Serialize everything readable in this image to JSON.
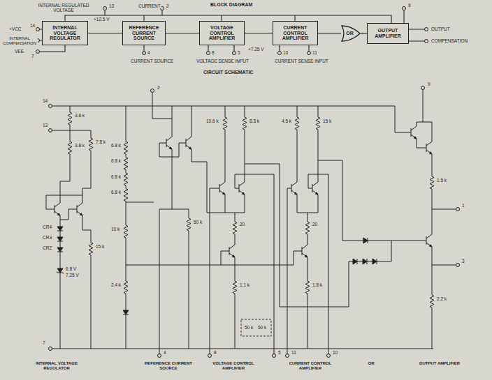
{
  "diagram": {
    "nodes": [
      {
        "text": [
          "INTERNAL VOLTAGE REGULATOR"
        ]
      },
      {
        "text": [
          "REFERENCE CURRENT SOURCE"
        ]
      },
      {
        "text": [
          "VOLTAGE CONTROL AMPLIFIER"
        ]
      },
      {
        "text": [
          "CURRENT CONTROL AMPLIFIER"
        ]
      },
      {
        "text": [
          "OR"
        ]
      },
      {
        "text": [
          "OUTPUT AMPLIFIER"
        ]
      }
    ],
    "edges": [
      {
        "from": 0,
        "to": 1,
        "arrow": "none"
      },
      {
        "from": 1,
        "to": 2,
        "arrow": "none"
      },
      {
        "from": 2,
        "to": 3,
        "arrow": "none"
      },
      {
        "from": 3,
        "to": 4,
        "arrow": "none"
      },
      {
        "from": 4,
        "to": 5,
        "arrow": "none"
      }
    ],
    "labels": [
      "BLOCK DIAGRAM",
      "INTERNAL REGULATED VOLTAGE",
      "13",
      "+12.5 V",
      "CURRENT",
      "2",
      "+VCC",
      "14",
      "INTERNAL COMPENSATION",
      "VEE",
      "7",
      "4",
      "CURRENT SOURCE",
      "8",
      "5",
      "+7.25 V",
      "VOLTAGE SENSE INPUT",
      "10",
      "11",
      "CURRENT SENSE INPUT",
      "9",
      "OUTPUT",
      "COMPENSATION",
      "CIRCUIT SCHEMATIC",
      "14",
      "13",
      "7",
      "2",
      "9",
      "3.8 k",
      "3.8 k",
      "7.8 k",
      "CR4",
      "CR3",
      "CR2",
      "6.8 V",
      "7.25 V",
      "15 k",
      "6.8 k",
      "6.8 k",
      "6.8 k",
      "6.8 k",
      "10 k",
      "2.4 k",
      "50 k",
      "4",
      "10.6 k",
      "8.8 k",
      "20",
      "1.1 k",
      "8",
      "5",
      "50 k",
      "50 k",
      "4.5 k",
      "15 k",
      "20",
      "1.8 k",
      "11",
      "10",
      "1.5 k",
      "1",
      "3",
      "2.2 k",
      "INTERNAL VOLTAGE REGULATOR",
      "REFERENCE CURRENT SOURCE",
      "VOLTAGE CONTROL AMPLIFIER",
      "CURRENT CONTROL AMPLIFIER",
      "OR",
      "OUTPUT AMPLIFIER"
    ]
  }
}
